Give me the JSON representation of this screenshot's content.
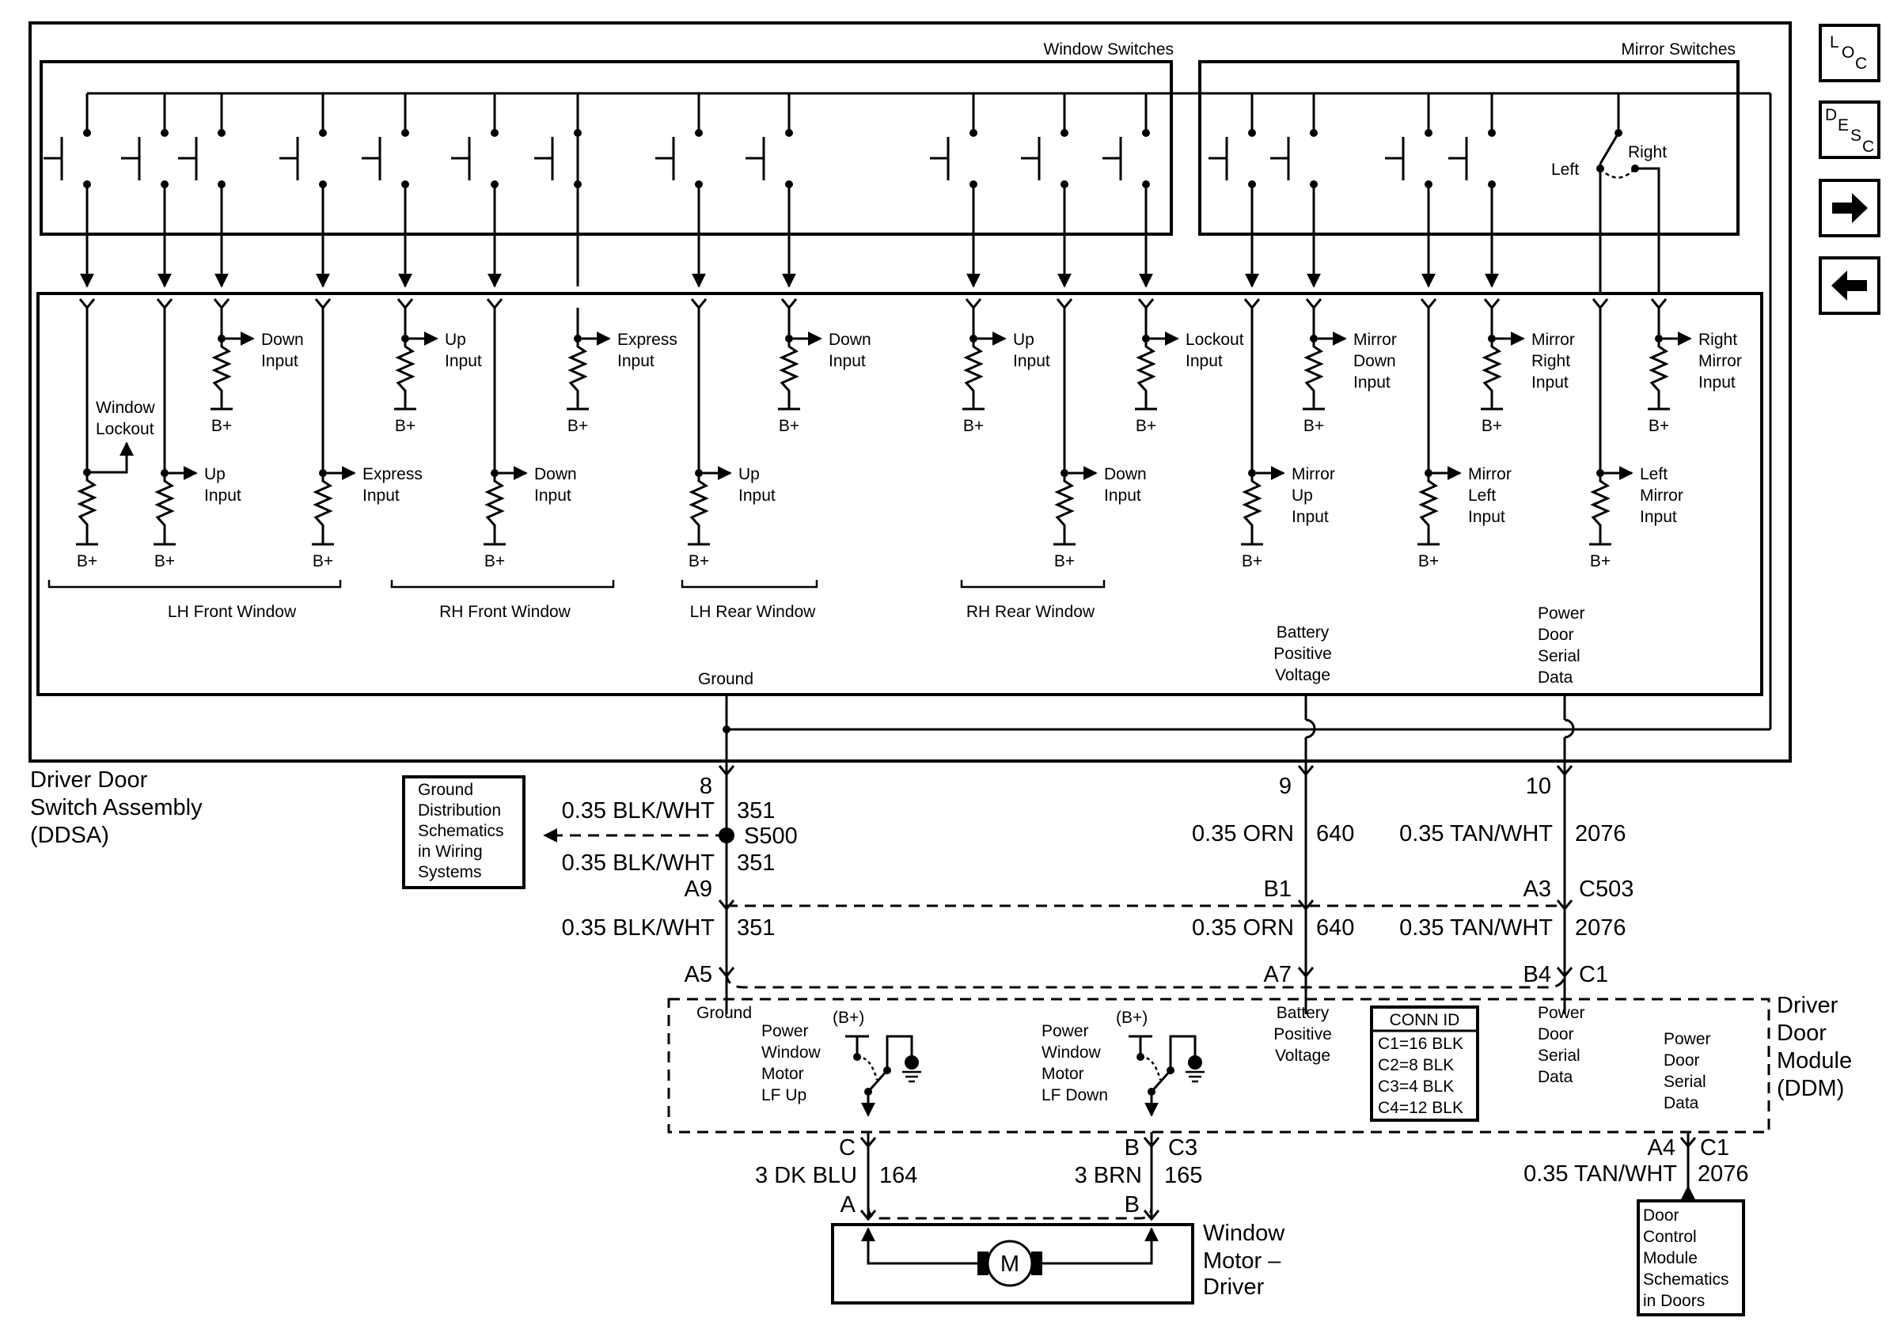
{
  "ddsa": {
    "title_lines": [
      "Driver Door",
      "Switch Assembly",
      "(DDSA)"
    ],
    "window_switches_label": "Window Switches",
    "mirror_switches_label": "Mirror Switches",
    "mirror_selector": {
      "left": "Left",
      "right": "Right"
    },
    "window_lockout": [
      "Window",
      "Lockout"
    ],
    "bplus": "B+",
    "upper_inputs": [
      {
        "lines": [
          "Down",
          "Input"
        ]
      },
      {
        "lines": [
          "Up",
          "Input"
        ]
      },
      {
        "lines": [
          "Express",
          "Input"
        ]
      },
      {
        "lines": [
          "Down",
          "Input"
        ]
      },
      {
        "lines": [
          "Up",
          "Input"
        ]
      },
      {
        "lines": [
          "Lockout",
          "Input"
        ]
      },
      {
        "lines": [
          "Mirror",
          "Down",
          "Input"
        ]
      },
      {
        "lines": [
          "Mirror",
          "Right",
          "Input"
        ]
      },
      {
        "lines": [
          "Right",
          "Mirror",
          "Input"
        ]
      }
    ],
    "lower_inputs": [
      {
        "lines": [
          "Up",
          "Input"
        ]
      },
      {
        "lines": [
          "Express",
          "Input"
        ]
      },
      {
        "lines": [
          "Down",
          "Input"
        ]
      },
      {
        "lines": [
          "Up",
          "Input"
        ]
      },
      {
        "lines": [
          "Down",
          "Input"
        ]
      },
      {
        "lines": [
          "Mirror",
          "Up",
          "Input"
        ]
      },
      {
        "lines": [
          "Mirror",
          "Left",
          "Input"
        ]
      },
      {
        "lines": [
          "Left",
          "Mirror",
          "Input"
        ]
      }
    ],
    "groups": [
      "LH Front Window",
      "RH Front Window",
      "LH Rear Window",
      "RH Rear Window"
    ],
    "ground_label": "Ground",
    "battery_label": [
      "Battery",
      "Positive",
      "Voltage"
    ],
    "serial_label": [
      "Power",
      "Door",
      "Serial",
      "Data"
    ]
  },
  "ground_ref_box": [
    "Ground",
    "Distribution",
    "Schematics",
    "in Wiring",
    "Systems"
  ],
  "circuits": {
    "ground": {
      "pin_top": "8",
      "wire1": "0.35 BLK/WHT",
      "circuit": "351",
      "splice": "S500",
      "wire2": "0.35 BLK/WHT",
      "pin_mid": "A9",
      "wire3": "0.35 BLK/WHT",
      "pin_bottom": "A5"
    },
    "battery": {
      "pin_top": "9",
      "wire1": "0.35 ORN",
      "circuit": "640",
      "pin_mid": "B1",
      "wire3": "0.35 ORN",
      "pin_bottom": "A7"
    },
    "serial": {
      "pin_top": "10",
      "wire1": "0.35 TAN/WHT",
      "circuit": "2076",
      "pin_mid": "A3",
      "connector": "C503",
      "wire3": "0.35 TAN/WHT",
      "pin_bottom": "B4",
      "connector_bottom": "C1"
    }
  },
  "ddm": {
    "title_lines": [
      "Driver",
      "Door",
      "Module",
      "(DDM)"
    ],
    "ground_label": "Ground",
    "motor_up": [
      "Power",
      "Window",
      "Motor",
      "LF Up"
    ],
    "motor_down": [
      "Power",
      "Window",
      "Motor",
      "LF Down"
    ],
    "bplus": "(B+)",
    "battery_label": [
      "Battery",
      "Positive",
      "Voltage"
    ],
    "serial_label_1": [
      "Power",
      "Door",
      "Serial",
      "Data"
    ],
    "serial_label_2": [
      "Power",
      "Door",
      "Serial",
      "Data"
    ],
    "conn_id": {
      "title": "CONN ID",
      "rows": [
        "C1=16 BLK",
        "C2=8 BLK",
        "C3=4 BLK",
        "C4=12 BLK"
      ]
    }
  },
  "motor_circuits": {
    "up": {
      "pin_top": "C",
      "wire": "3 DK BLU",
      "circuit": "164",
      "pin_bottom": "A"
    },
    "down": {
      "pin_top": "B",
      "connector": "C3",
      "wire": "3 BRN",
      "circuit": "165",
      "pin_bottom": "B"
    },
    "serial_out": {
      "pin": "A4",
      "connector": "C1",
      "wire": "0.35 TAN/WHT",
      "circuit": "2076"
    }
  },
  "motor": {
    "symbol": "M",
    "label_lines": [
      "Window",
      "Motor –",
      "Driver"
    ]
  },
  "door_control_box": [
    "Door",
    "Control",
    "Module",
    "Schematics",
    "in Doors"
  ],
  "nav": {
    "loc": {
      "l": "L",
      "o": "O",
      "c": "C"
    },
    "desc": {
      "d": "D",
      "e": "E",
      "s": "S",
      "c": "C"
    }
  }
}
